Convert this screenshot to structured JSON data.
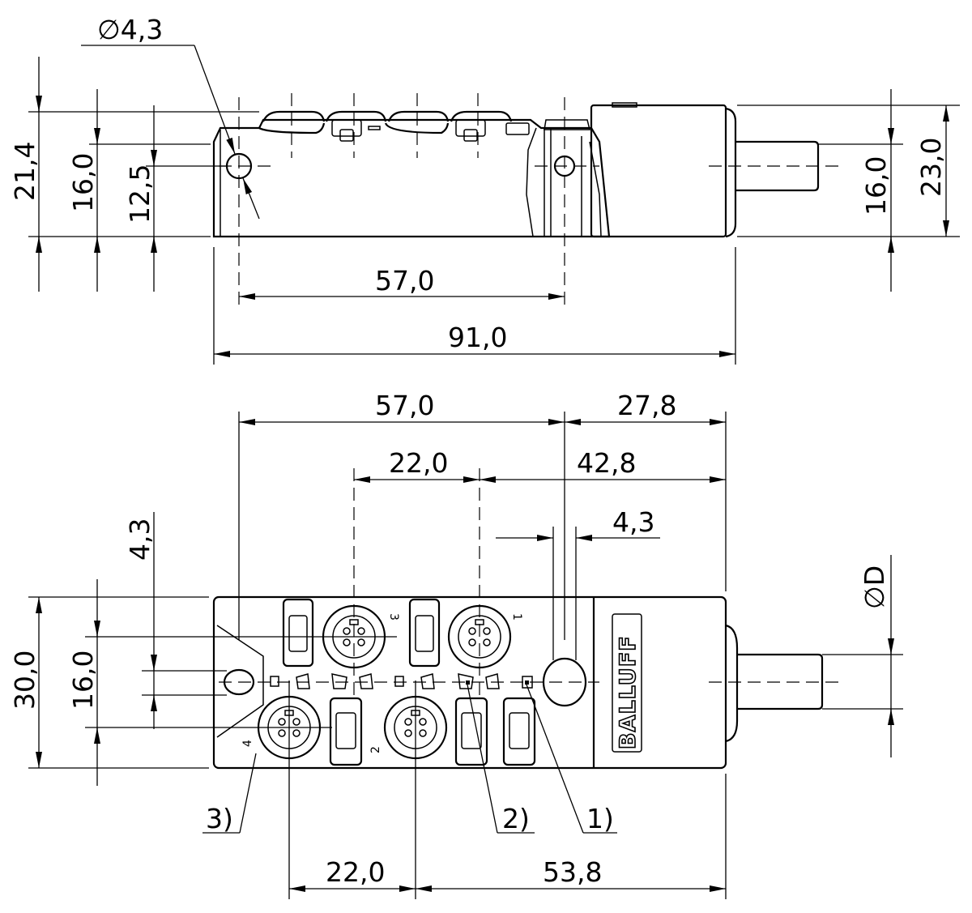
{
  "side_view": {
    "hole_diameter": "∅4,3",
    "height_total": "21,4",
    "height_body": "16,0",
    "height_hole": "12,5",
    "hole_spacing": "57,0",
    "length_total": "91,0",
    "cable_height": "16,0",
    "housing_height": "23,0"
  },
  "top_view": {
    "hole_spacing": "57,0",
    "end_offset": "27,8",
    "port_pitch_top": "22,0",
    "port_offset_top": "42,8",
    "hole_diameter": "4,3",
    "hole_offset_vertical": "4,3",
    "cable_diameter": "∅D",
    "width_total": "30,0",
    "port_row_spacing": "16,0",
    "port_pitch_bottom": "22,0",
    "port_offset_bottom": "53,8",
    "brand": "BALLUFF",
    "port_numbers": [
      "3",
      "1",
      "4",
      "2"
    ],
    "callouts": [
      "1)",
      "2)",
      "3)"
    ]
  }
}
